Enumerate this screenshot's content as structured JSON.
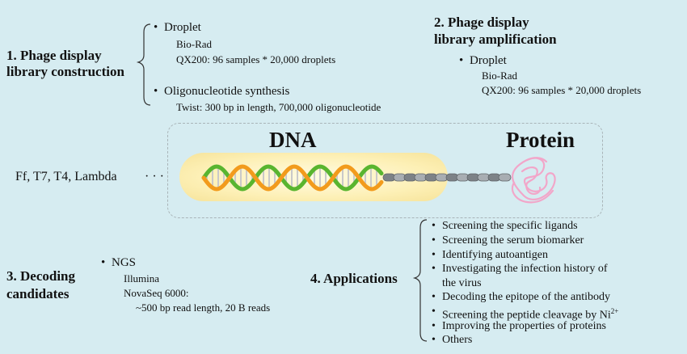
{
  "section1": {
    "title_line1": "1. Phage display",
    "title_line2": "library construction",
    "items": [
      {
        "label": "Droplet",
        "details": [
          "Bio-Rad",
          "QX200: 96 samples * 20,000 droplets"
        ]
      },
      {
        "label": "Oligonucleotide synthesis",
        "details": [
          "Twist: 300 bp in length, 700,000 oligonucleotide"
        ]
      }
    ]
  },
  "section2": {
    "title_line1": "2. Phage display",
    "title_line2": "library amplification",
    "items": [
      {
        "label": "Droplet",
        "details": [
          "Bio-Rad",
          "QX200: 96 samples * 20,000 droplets"
        ]
      }
    ]
  },
  "center": {
    "dna_label": "DNA",
    "protein_label": "Protein",
    "phage_types": "Ff, T7, T4, Lambda",
    "ellipsis": "· · ·"
  },
  "section3": {
    "title_line1": "3. Decoding",
    "title_line2": "candidates",
    "items": [
      {
        "label": "NGS",
        "details": [
          "Illumina",
          "NovaSeq 6000:",
          "~500 bp read length, 20 B reads"
        ]
      }
    ]
  },
  "section4": {
    "title": "4. Applications",
    "items": [
      "Screening the specific ligands",
      "Screening the serum biomarker",
      "Identifying autoantigen",
      "Investigating the infection history of",
      "the virus",
      "Decoding the epitope of the antibody",
      "Screening the peptide cleavage by Ni",
      "Improving the properties of proteins",
      "Others"
    ],
    "superscript": "2+"
  },
  "colors": {
    "background": "#d6ecf1",
    "dna_orange": "#f29b1c",
    "dna_green": "#59b52f",
    "chain": "#8a8f94",
    "protein": "#f2a6c9"
  }
}
